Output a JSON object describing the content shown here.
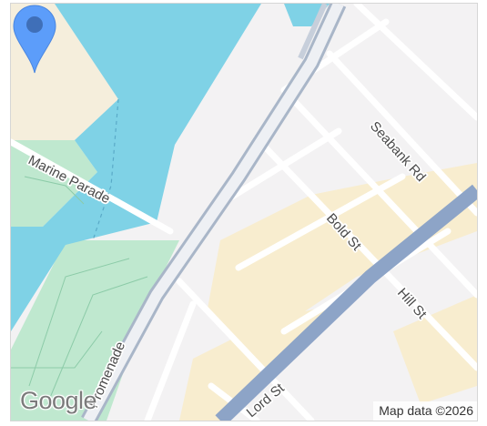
{
  "map": {
    "streets": {
      "marine_parade": "Marine Parade",
      "seabank_rd": "Seabank Rd",
      "bold_st": "Bold St",
      "hill_st": "Hill St",
      "promenade": "Promenade",
      "lord_st": "Lord St"
    },
    "attribution": "Map data ©2026",
    "logo": "Google",
    "marker_icon": "map-pin-icon",
    "colors": {
      "water": "#7fd2e6",
      "park": "#bfe8cf",
      "land": "#f3f2f3",
      "sand": "#f5eedc",
      "commercial": "#f8edcf",
      "main_road": "#8da4c7",
      "road": "#ffffff",
      "marker": "#5c9dfa",
      "marker_dot": "#3f6fb8"
    }
  }
}
